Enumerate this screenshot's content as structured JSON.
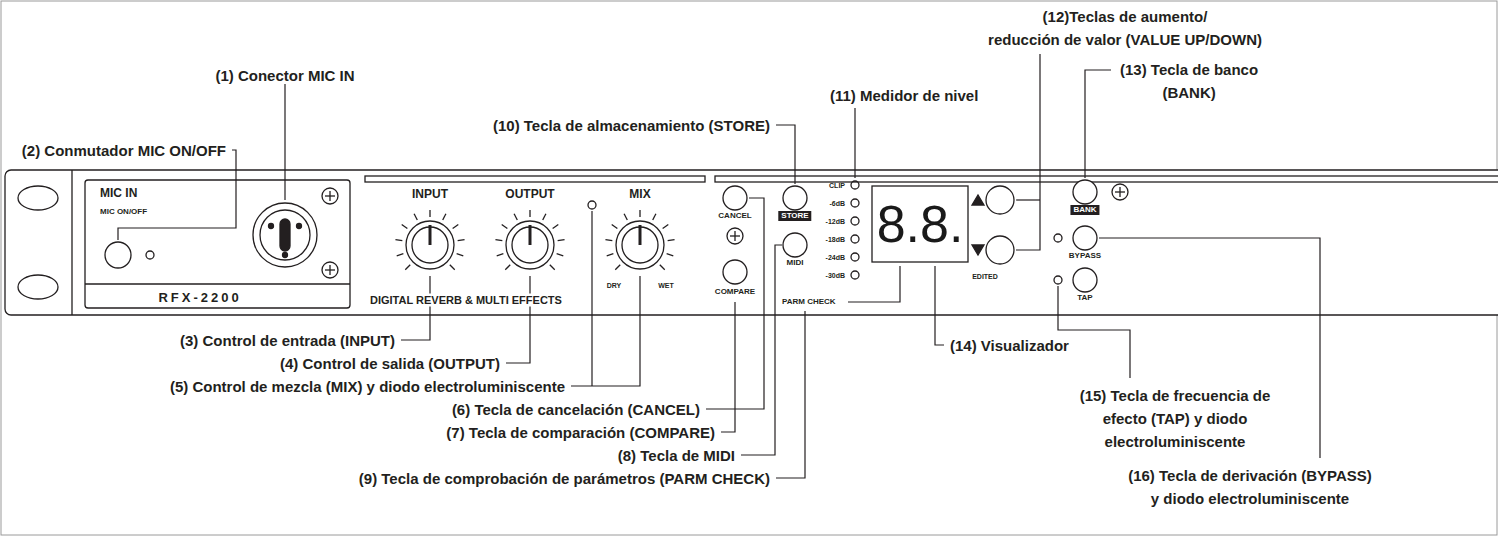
{
  "diagram": {
    "labels": [
      "(12)Teclas de aumento/ reducción de valor (VALUE UP/DOWN)",
      "(11) Medidor de nivel",
      "(13) Tecla de banco (BANK)",
      "(1) Conector MIC IN",
      "(10) Tecla de almacenamiento (STORE)",
      "(2) Conmutador MIC ON/OFF",
      "MIC IN",
      "MIC ON/OFF",
      "RFX-2200",
      "INPUT",
      "OUTPUT",
      "MIX",
      "DRY",
      "WET",
      "DIGITAL REVERB & MULTI EFFECTS",
      "CANCEL",
      "STORE",
      "COMPARE",
      "MIDI",
      "PARM CHECK",
      "CLIP",
      "-6dB",
      "-12dB",
      "-18dB",
      "-24dB",
      "-30dB",
      "8.8.",
      "EDITED",
      "BANK",
      "BYPASS",
      "TAP",
      "(3) Control de entrada (INPUT)",
      "(4) Control de salida (OUTPUT)",
      "(5) Control de mezcla (MIX) y diodo electroluminiscente",
      "(6) Tecla de cancelación (CANCEL)",
      "(7) Tecla de comparación (COMPARE)",
      "(8) Tecla de MIDI",
      "(9) Tecla de comprobación de parámetros (PARM CHECK)",
      "(14) Visualizador",
      "(15) Tecla de frecuencia de efecto (TAP) y diodo electroluminiscente",
      "(16) Tecla de derivación (BYPASS) y diodo electroluminiscente"
    ]
  }
}
